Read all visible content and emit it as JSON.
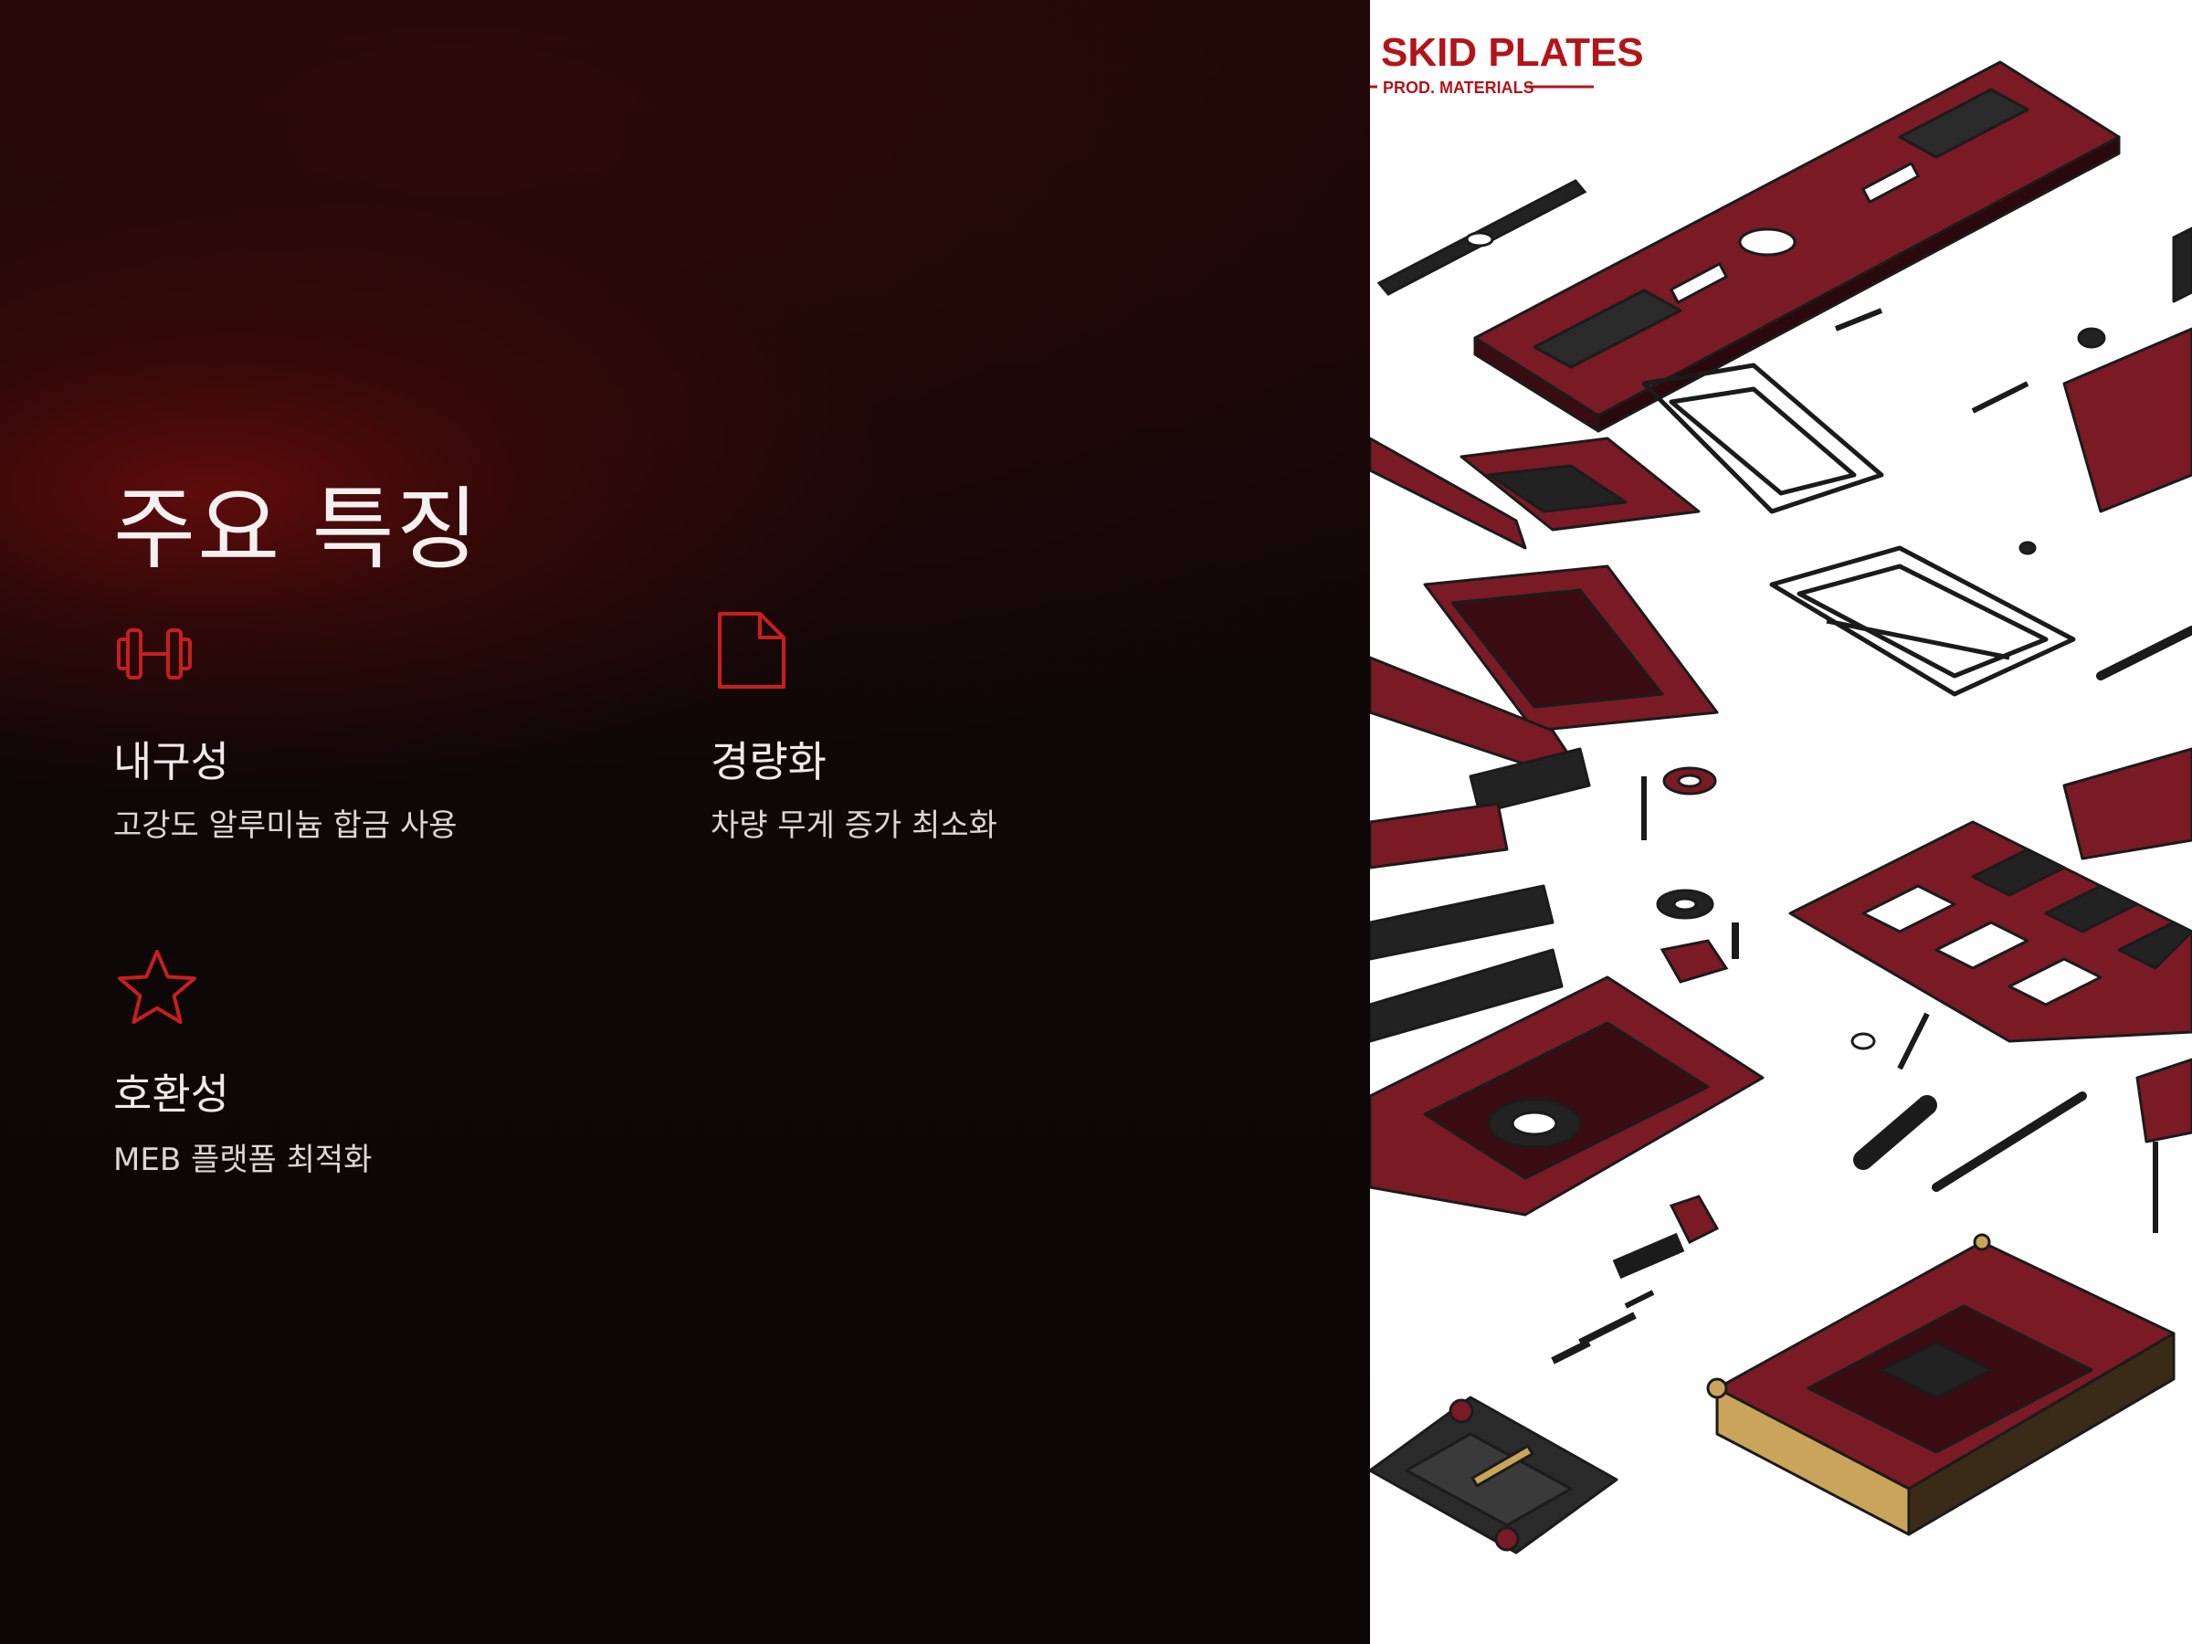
{
  "section": {
    "title": "주요 특징"
  },
  "features": [
    {
      "icon": "dumbbell-icon",
      "title": "내구성",
      "description": "고강도 알루미늄 합금 사용"
    },
    {
      "icon": "document-icon",
      "title": "경량화",
      "description": "차량 무게 증가 최소화"
    },
    {
      "icon": "star-icon",
      "title": "호환성",
      "description": "MEB 플랫폼 최적화"
    }
  ],
  "illustration": {
    "title": "SKID PLATES",
    "subtitle": "PROD. MATERIALS"
  },
  "colors": {
    "accent": "#c81e1e",
    "part_red": "#7a1a24",
    "part_dark": "#222222",
    "panel_bg": "#ffffff"
  }
}
